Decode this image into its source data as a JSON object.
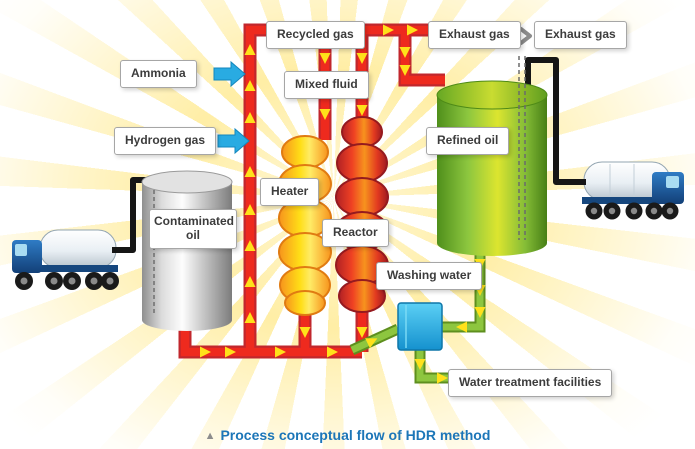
{
  "caption": {
    "marker": "▲",
    "text": "Process conceptual flow of HDR method"
  },
  "labels": {
    "recycled_gas": "Recycled gas",
    "exhaust_gas_left": "Exhaust gas",
    "exhaust_gas_right": "Exhaust gas",
    "ammonia": "Ammonia",
    "mixed_fluid": "Mixed fluid",
    "hydrogen_gas": "Hydrogen gas",
    "refined_oil": "Refined oil",
    "heater": "Heater",
    "reactor": "Reactor",
    "contaminated_oil": "Contaminated oil",
    "washing_water": "Washing water",
    "water_treatment_facilities": "Water treatment facilities"
  },
  "icons": {
    "flow_arrow": "▲",
    "output_chevron": "›",
    "ammonia_inlet_arrow": "→",
    "hydrogen_inlet_arrow": "→"
  },
  "colors": {
    "pipe_red": "#EE2A1E",
    "pipe_green": "#8DC63F",
    "arrow_yellow": "#FFE11A",
    "inlet_blue": "#29ABE2",
    "heater_yellow": "#FFDE17",
    "reactor_orange": "#EF4123",
    "refined_tank_green": "#8CC63F",
    "contaminated_tank_silver": "#C8C8C8",
    "water_unit_cyan": "#29ABE2",
    "truck_blue": "#1B5FAA",
    "caption_blue": "#1C76B8",
    "burst_yellow": "#FFE05C"
  }
}
